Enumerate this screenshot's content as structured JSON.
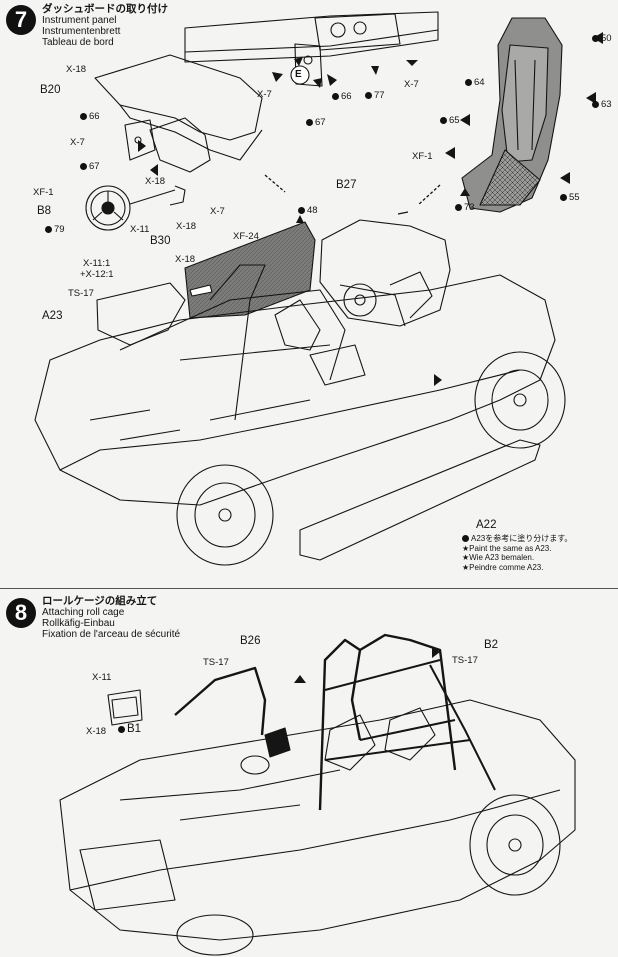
{
  "step7": {
    "number": "7",
    "title_jp": "ダッシュボードの取り付け",
    "title_en": "Instrument panel",
    "title_de": "Instrumentenbrett",
    "title_fr": "Tableau de bord",
    "labels": {
      "b20": "B20",
      "x18_a": "X-18",
      "n66_a": "66",
      "x7_a": "X-7",
      "n67_a": "67",
      "xf1_a": "XF-1",
      "b8": "B8",
      "n79": "79",
      "x18_b": "X-18",
      "x11_a": "X-11",
      "x18_c": "X-18",
      "b30": "B30",
      "x7_b": "X-7",
      "x11_1": "X-11:1",
      "x12_1": "+X-12:1",
      "x18_d": "X-18",
      "xf24": "XF-24",
      "ts17_a": "TS-17",
      "a23": "A23",
      "b27": "B27",
      "n48": "48",
      "x7_c": "X-7",
      "e": "E",
      "n66_b": "66",
      "n77": "77",
      "n67_b": "67",
      "x7_d": "X-7",
      "n50": "50",
      "n64": "64",
      "n63": "63",
      "n65": "65",
      "xf1_b": "XF-1",
      "n73": "73",
      "n55": "55",
      "a22": "A22"
    },
    "paint_note": {
      "jp": "A23を参考に塗り分けます。",
      "en": "★Paint the same as A23.",
      "de": "★Wie A23 bemalen.",
      "fr": "★Peindre comme A23."
    }
  },
  "step8": {
    "number": "8",
    "title_jp": "ロールケージの組み立て",
    "title_en": "Attaching roll cage",
    "title_de": "Rollkäfig-Einbau",
    "title_fr": "Fixation de l'arceau de sécurité",
    "labels": {
      "b26": "B26",
      "ts17_a": "TS-17",
      "b2": "B2",
      "ts17_b": "TS-17",
      "x11": "X-11",
      "x18": "X-18",
      "b1": "B1"
    }
  },
  "colors": {
    "ink": "#151515",
    "paper": "#f4f4f2",
    "tone": "#8a8a88"
  }
}
